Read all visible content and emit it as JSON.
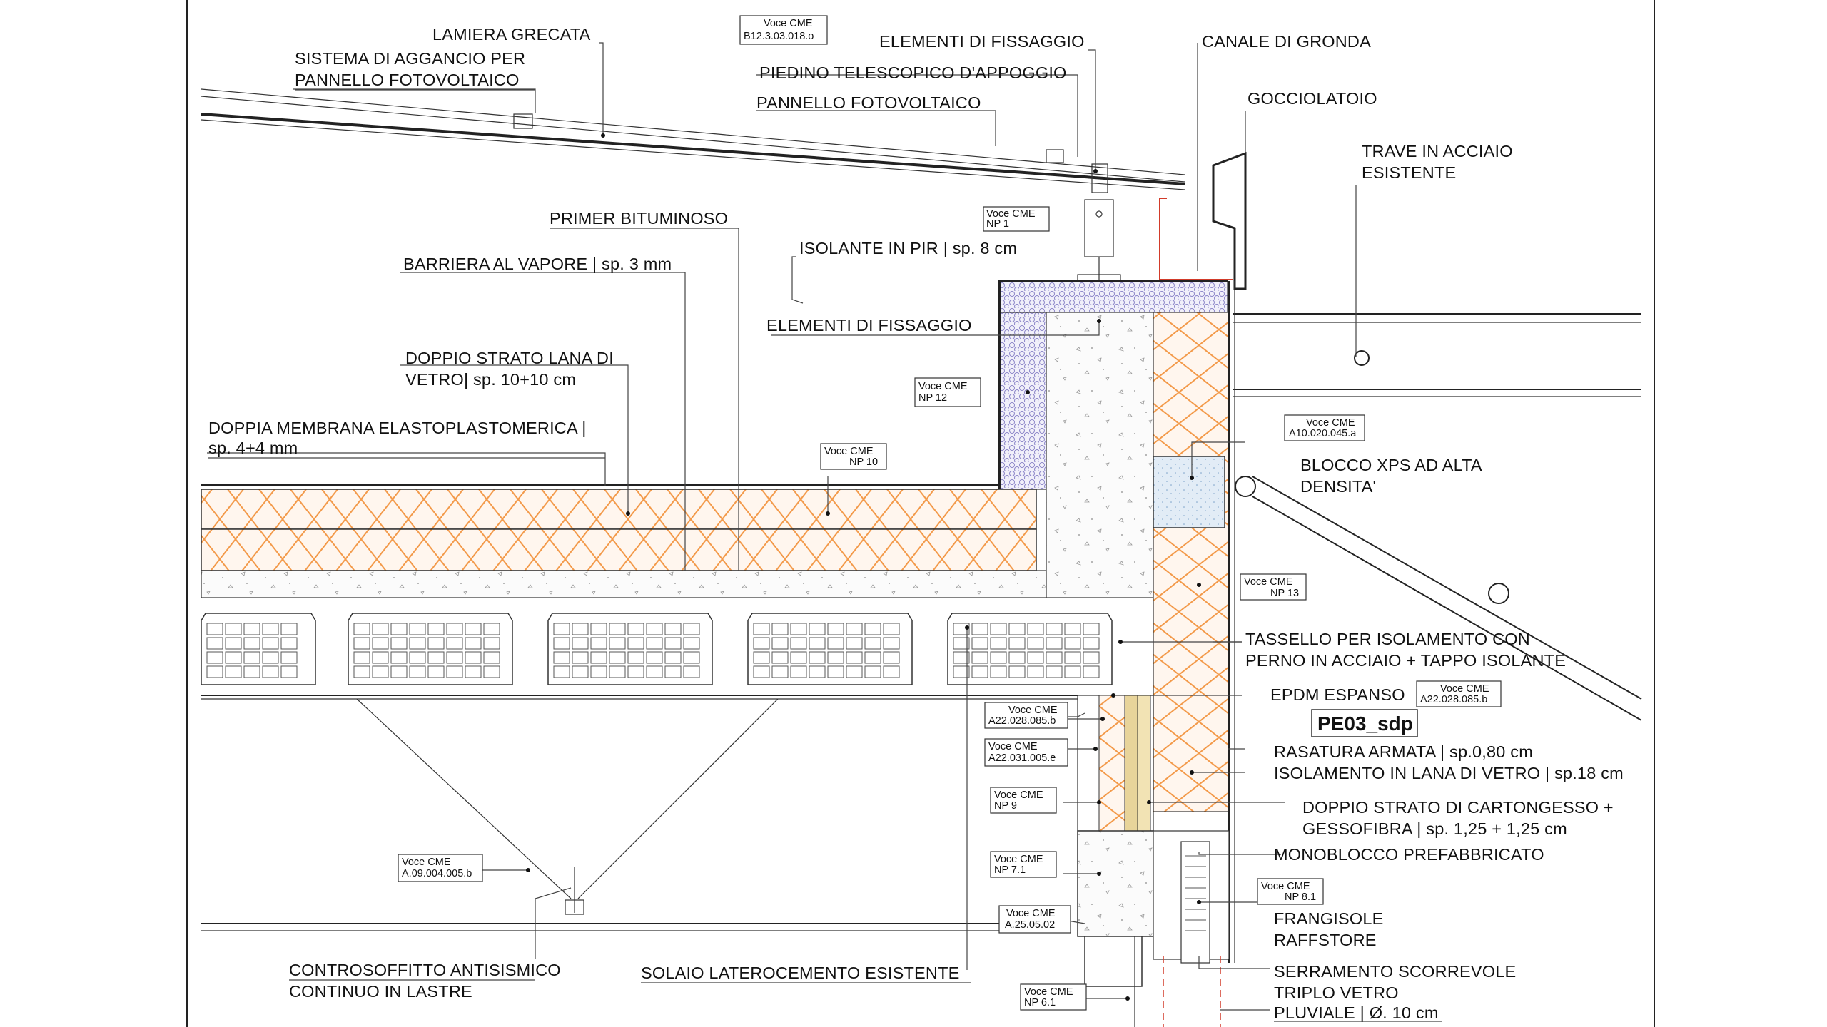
{
  "labels": {
    "lamiera": "LAMIERA GRECATA",
    "aggancio_1": "SISTEMA DI AGGANCIO PER",
    "aggancio_2": "PANNELLO FOTOVOLTAICO",
    "fissaggio_top": "ELEMENTI DI FISSAGGIO",
    "piedino": "PIEDINO TELESCOPICO D'APPOGGIO",
    "pannello": "PANNELLO FOTOVOLTAICO",
    "canale": "CANALE DI GRONDA",
    "gocciolatoio": "GOCCIOLATOIO",
    "trave_1": "TRAVE IN ACCIAIO",
    "trave_2": "ESISTENTE",
    "primer": "PRIMER BITUMINOSO",
    "isolante_pir": "ISOLANTE IN PIR | sp. 8 cm",
    "barriera": "BARRIERA AL VAPORE | sp. 3 mm",
    "fissaggio_mid": "ELEMENTI DI FISSAGGIO",
    "lana_1": "DOPPIO STRATO LANA DI",
    "lana_2": "VETRO| sp. 10+10 cm",
    "membrana_1": "DOPPIA MEMBRANA ELASTOPLASTOMERICA |",
    "membrana_2": "sp. 4+4 mm",
    "xps_1": "BLOCCO XPS AD ALTA",
    "xps_2": "DENSITA'",
    "tassello_1": "TASSELLO PER ISOLAMENTO CON",
    "tassello_2": "PERNO IN ACCIAIO + TAPPO ISOLANTE",
    "epdm": "EPDM ESPANSO",
    "code": "PE03_sdp",
    "rasatura": "RASATURA ARMATA | sp.0,80 cm",
    "isolamento": "ISOLAMENTO IN LANA DI VETRO | sp.18 cm",
    "carton_1": "DOPPIO STRATO DI CARTONGESSO +",
    "carton_2": "GESSOFIBRA | sp. 1,25 + 1,25 cm",
    "monoblocco": "MONOBLOCCO PREFABBRICATO",
    "frangisole_1": "FRANGISOLE",
    "frangisole_2": "RAFFSTORE",
    "serramento_1": "SERRAMENTO SCORREVOLE",
    "serramento_2": "TRIPLO VETRO",
    "pluviale": "PLUVIALE | Ø. 10 cm",
    "controsoffitto_1": "CONTROSOFFITTO ANTISISMICO",
    "controsoffitto_2": "CONTINUO IN LASTRE",
    "solaio": "SOLAIO LATEROCEMENTO ESISTENTE"
  },
  "tags": [
    {
      "id": "t1",
      "l1": "Voce CME",
      "l2": "B12.3.03.018.o"
    },
    {
      "id": "t2",
      "l1": "Voce CME",
      "l2": "NP 1"
    },
    {
      "id": "t3",
      "l1": "Voce CME",
      "l2": "NP 12"
    },
    {
      "id": "t4",
      "l1": "Voce CME",
      "l2": "NP 10"
    },
    {
      "id": "t5",
      "l1": "Voce CME",
      "l2": "A10.020.045.a"
    },
    {
      "id": "t6",
      "l1": "Voce CME",
      "l2": "NP 13"
    },
    {
      "id": "t7",
      "l1": "Voce CME",
      "l2": "A22.028.085.b"
    },
    {
      "id": "t8",
      "l1": "Voce CME",
      "l2": "A22.028.085.b"
    },
    {
      "id": "t9",
      "l1": "Voce CME",
      "l2": "A22.031.005.e"
    },
    {
      "id": "t10",
      "l1": "Voce CME",
      "l2": "NP 9"
    },
    {
      "id": "t11",
      "l1": "Voce CME",
      "l2": "NP 7.1"
    },
    {
      "id": "t12",
      "l1": "Voce CME",
      "l2": "NP 8.1"
    },
    {
      "id": "t13",
      "l1": "Voce CME",
      "l2": "A.25.05.02"
    },
    {
      "id": "t14",
      "l1": "Voce CME",
      "l2": "NP 6.1"
    },
    {
      "id": "t15",
      "l1": "Voce CME",
      "l2": "A.09.004.005.b"
    }
  ],
  "colors": {
    "insulation": "#f39a4a",
    "insulation_fill": "#fdf0e6",
    "pir": "#8c86c8",
    "pir_fill": "#eceaf7",
    "xps_fill": "#dde9f4",
    "gypsum": "#e8d49a",
    "gutter": "#d23b2a",
    "concrete": "#f6f6f6"
  }
}
